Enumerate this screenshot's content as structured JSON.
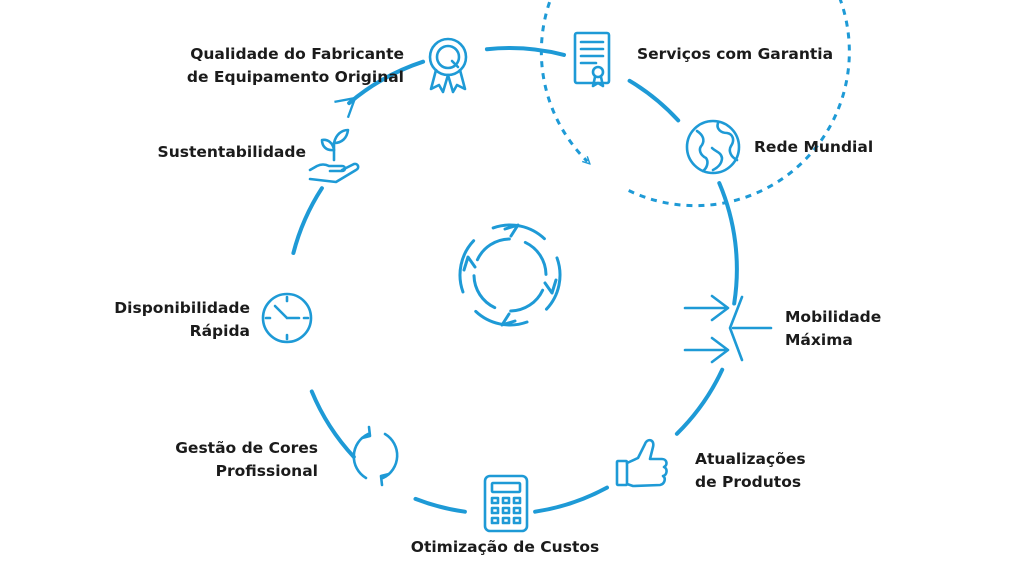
{
  "diagram": {
    "accent": "#1e9ad6",
    "text_color": "#1b1b1b",
    "center_icon": "circular-refresh-arrows-icon",
    "items": [
      {
        "id": "oem",
        "icon": "quality-badge-icon",
        "lines": [
          "Qualidade do Fabricante",
          "de Equipamento Original"
        ]
      },
      {
        "id": "warranty",
        "icon": "certificate-icon",
        "lines": [
          "Serviços com Garantia"
        ]
      },
      {
        "id": "network",
        "icon": "globe-icon",
        "lines": [
          "Rede Mundial"
        ]
      },
      {
        "id": "mobility",
        "icon": "converging-arrows-icon",
        "lines": [
          "Mobilidade",
          "Máxima"
        ]
      },
      {
        "id": "updates",
        "icon": "thumbs-up-icon",
        "lines": [
          "Atualizações",
          "de Produtos"
        ]
      },
      {
        "id": "costs",
        "icon": "calculator-icon",
        "lines": [
          "Otimização de Custos"
        ]
      },
      {
        "id": "color",
        "icon": "refresh-arrows-icon",
        "lines": [
          "Gestão de Cores",
          "Profissional"
        ]
      },
      {
        "id": "availability",
        "icon": "clock-icon",
        "lines": [
          "Disponibilidade",
          "Rápida"
        ]
      },
      {
        "id": "sustainability",
        "icon": "plant-in-hand-icon",
        "lines": [
          "Sustentabilidade"
        ]
      }
    ]
  }
}
